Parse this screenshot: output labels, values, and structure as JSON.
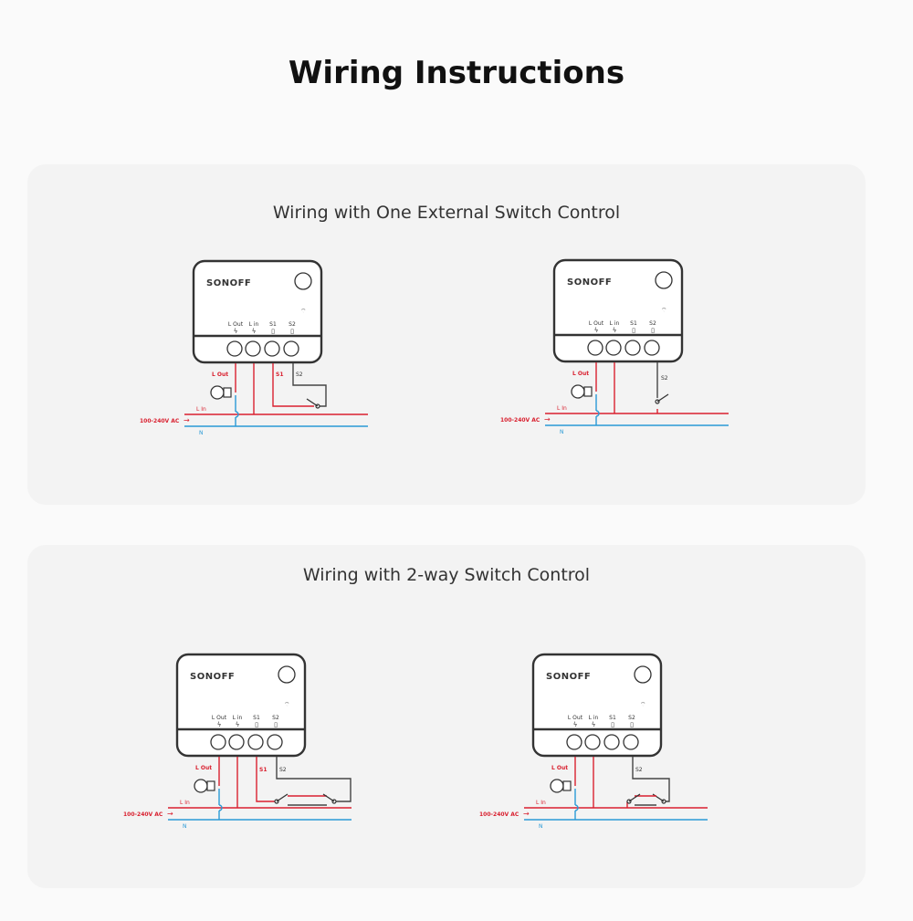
{
  "header": {
    "title": "Wiring Instructions"
  },
  "sections": [
    {
      "title": "Wiring with One External Switch Control"
    },
    {
      "title": "Wiring with 2-way Switch Control"
    }
  ],
  "device": {
    "brand": "SONOFF",
    "terminals": [
      "L Out",
      "L in",
      "S1",
      "S2"
    ]
  },
  "labels": {
    "l_out": "L Out",
    "l_in": "L In",
    "s1": "S1",
    "s2": "S2",
    "n": "N",
    "voltage": "100-240V AC"
  },
  "colors": {
    "live": "#d9202f",
    "neutral": "#2a9ad6",
    "switch_wire": "#444444",
    "device": "#333333"
  },
  "diagrams": [
    {
      "variant": "single-s1s2"
    },
    {
      "variant": "single-s2"
    },
    {
      "variant": "two-way-s1s2"
    },
    {
      "variant": "two-way-s2"
    }
  ]
}
